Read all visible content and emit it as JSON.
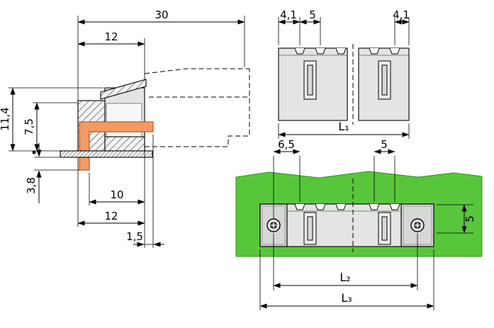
{
  "drawing": {
    "type": "technical-dimension-drawing",
    "colors": {
      "pcb_green": "#58c63a",
      "body_gray": "#e3e5e3",
      "metal_gray": "#d6d8d6",
      "pin_orange": "#f29a63",
      "line_black": "#000000"
    },
    "side_view": {
      "dims": {
        "overall_depth": "30",
        "housing_depth_top": "12",
        "height_total": "11,4",
        "height_body": "7,5",
        "pin_below_board": "3,8",
        "pin_to_face": "10",
        "housing_depth_bottom": "12",
        "blade_offset": "1,5"
      }
    },
    "front_view": {
      "dims": {
        "edge_to_first_slot_left": "4,1",
        "pin_pitch": "5",
        "edge_to_first_slot_right": "4,1",
        "length_l1": "L₁"
      }
    },
    "top_view": {
      "dims": {
        "hole_to_first_pin": "6,5",
        "pin_pitch": "5",
        "body_width": "5",
        "hole_spacing_l2": "L₂",
        "total_length_l3": "L₃"
      }
    }
  }
}
